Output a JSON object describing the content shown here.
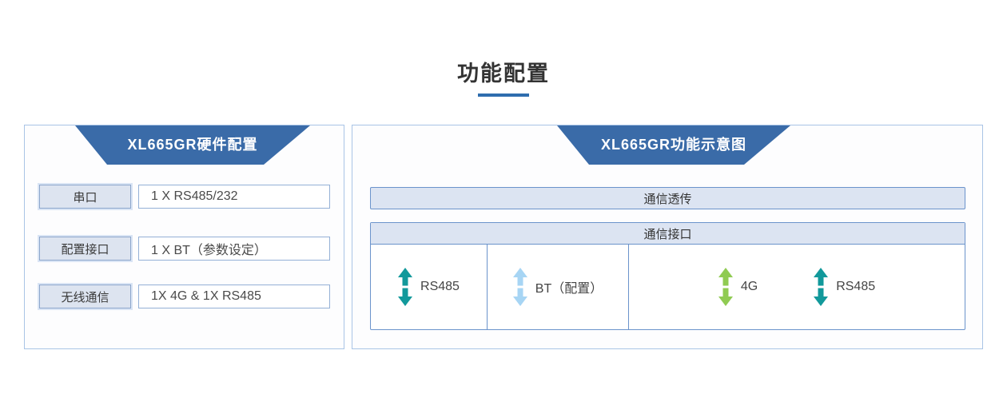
{
  "page_title": "功能配置",
  "colors": {
    "header_blue": "#3A6BA8",
    "title_underline": "#2E6DAE",
    "panel_border": "#A9C4E6",
    "bar_fill": "#DCE4F2",
    "bar_border": "#6B93CB",
    "teal_arrow": "#12999B",
    "lightblue_arrow": "#A7D5F4",
    "green_arrow": "#90CB52"
  },
  "hardware_panel": {
    "title": "XL665GR硬件配置",
    "rows": [
      {
        "label": "串口",
        "value": "1 X RS485/232"
      },
      {
        "label": "配置接口",
        "value": "1 X BT（参数设定）"
      },
      {
        "label": "无线通信",
        "value": "1X 4G & 1X RS485"
      }
    ]
  },
  "function_panel": {
    "title": "XL665GR功能示意图",
    "transparent_bar_label": "通信透传",
    "interface_header_label": "通信接口",
    "interface_cells": [
      {
        "arrows": [
          {
            "label": "RS485",
            "color": "#12999B"
          }
        ]
      },
      {
        "arrows": [
          {
            "label": "BT（配置）",
            "color": "#A7D5F4"
          }
        ]
      },
      {
        "arrows": [
          {
            "label": "4G",
            "color": "#90CB52"
          },
          {
            "label": "RS485",
            "color": "#12999B"
          }
        ]
      }
    ]
  }
}
